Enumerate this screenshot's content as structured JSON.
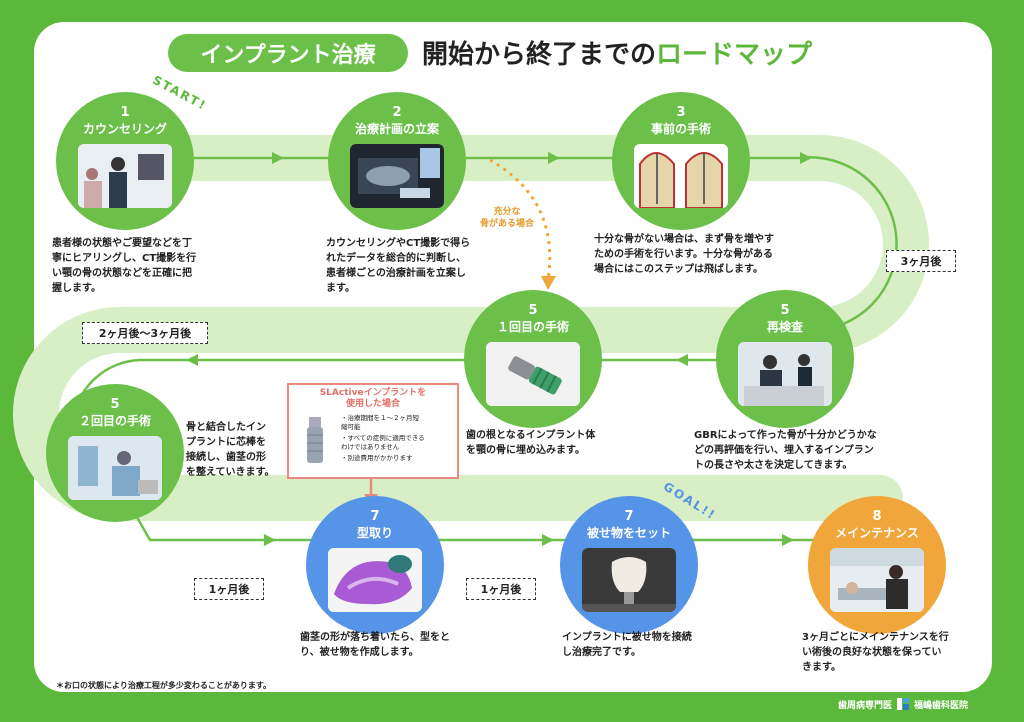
{
  "header": {
    "pill": "インプラント治療",
    "title_prefix": "開始から終了までの",
    "title_accent": "ロードマップ"
  },
  "markers": {
    "start": "START!",
    "goal": "GOAL!!",
    "enough_bone": "充分な\n骨がある場合"
  },
  "steps": [
    {
      "num": "1",
      "label": "カウンセリング",
      "desc": "患者様の状態やご要望などを丁\n寧にヒアリングし、CT撮影を行\nい顎の骨の状態などを正確に把\n握します。",
      "icon": "counseling-photo"
    },
    {
      "num": "2",
      "label": "治療計画の立案",
      "desc": "カウンセリングやCT撮影で得ら\nれたデータを総合的に判断し、\n患者様ごとの治療計画を立案し\nます。",
      "icon": "ct-scan-photo"
    },
    {
      "num": "3",
      "label": "事前の手術",
      "desc": "十分な骨がない場合は、まず骨を増やす\nための手術を行います。十分な骨がある\n場合にはこのステップは飛ばします。",
      "icon": "bone-graft-diagram"
    },
    {
      "num": "5",
      "label": "再検査",
      "desc": "GBRによって作った骨が十分かどうかな\nどの再評価を行い、埋入するインプラン\nトの長さや太さを決定してきます。",
      "icon": "reexam-photo"
    },
    {
      "num": "5",
      "label": "１回目の手術",
      "desc": "歯の根となるインプラント体\nを顎の骨に埋め込みます。",
      "icon": "implant-photo"
    },
    {
      "num": "5",
      "label": "２回目の手術",
      "desc": "骨と結合したイン\nプラントに芯棒を\n接続し、歯茎の形\nを整えていきます。",
      "icon": "surgery-photo"
    },
    {
      "num": "7",
      "label": "型取り",
      "desc": "歯茎の形が落ち着いたら、型をと\nり、被せ物を作成します。",
      "icon": "impression-photo"
    },
    {
      "num": "7",
      "label": "被せ物をセット",
      "desc": "インプラントに被せ物を接続\nし治療完了です。",
      "icon": "crown-photo"
    },
    {
      "num": "8",
      "label": "メインテナンス",
      "desc": "3ヶ月ごとにメインテナンスを行\nい術後の良好な状態を保ってい\nきます。",
      "icon": "maintenance-photo"
    }
  ],
  "durations": {
    "three_months": "3ヶ月後",
    "two_three_months": "2ヶ月後〜3ヶ月後",
    "one_month_a": "1ヶ月後",
    "one_month_b": "1ヶ月後"
  },
  "slactive": {
    "title": "SLActiveインプラントを\n使用した場合",
    "items": [
      "治療期間を１〜２ヶ月短\n縮可能",
      "すべての症例に適用できる\nわけではありません",
      "別途費用がかかります"
    ]
  },
  "footer": {
    "note": "＊お口の状態により治療工程が多少変わることがあります。",
    "clinic_left": "歯周病専門医",
    "clinic_right": "福嶋歯科医院"
  },
  "colors": {
    "green": "#6cc04a",
    "light_green": "#d8efc6",
    "blue": "#5594e6",
    "orange": "#f0a63a",
    "salmon": "#e98a80"
  }
}
